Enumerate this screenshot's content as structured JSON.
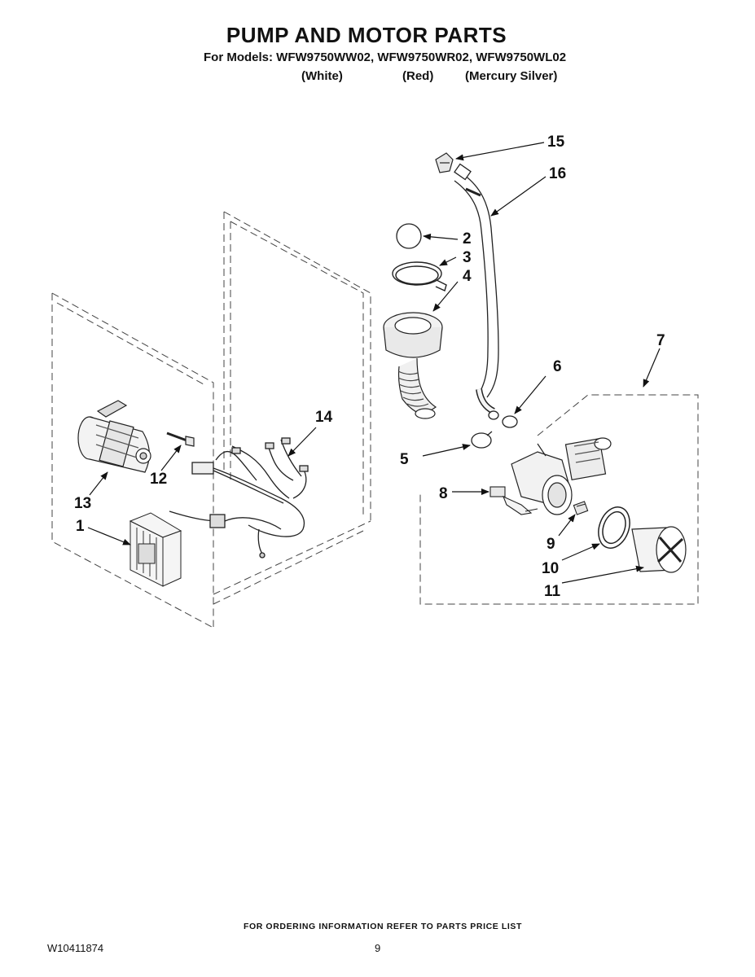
{
  "header": {
    "title": "PUMP AND MOTOR PARTS",
    "models_line": "For Models: WFW9750WW02, WFW9750WR02, WFW9750WL02",
    "color_labels": [
      "(White)",
      "(Red)",
      "(Mercury Silver)"
    ]
  },
  "callouts": {
    "c1": "1",
    "c2": "2",
    "c3": "3",
    "c4": "4",
    "c5": "5",
    "c6": "6",
    "c7": "7",
    "c8": "8",
    "c9": "9",
    "c10": "10",
    "c11": "11",
    "c12": "12",
    "c13": "13",
    "c14": "14",
    "c15": "15",
    "c16": "16"
  },
  "footer": {
    "ordering_note": "FOR ORDERING INFORMATION REFER TO PARTS PRICE LIST",
    "document_number": "W10411874",
    "page_number": "9"
  }
}
